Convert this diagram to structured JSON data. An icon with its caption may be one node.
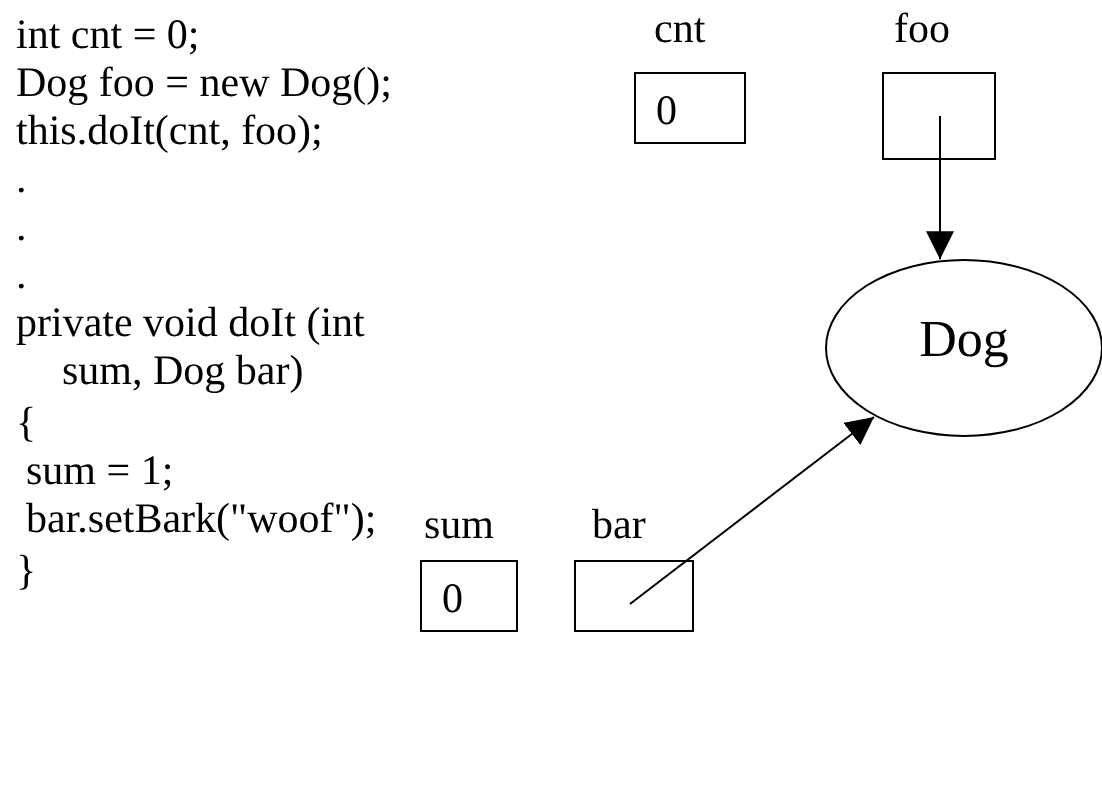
{
  "diagram": {
    "nodes": [
      {
        "text": [
          "0"
        ],
        "beside": [
          "cnt"
        ]
      },
      {
        "text": [],
        "shape": "box",
        "beside": [
          "foo"
        ]
      },
      {
        "text": [
          "Dog"
        ]
      },
      {
        "text": [
          "0"
        ],
        "beside": [
          "sum"
        ]
      },
      {
        "text": [],
        "shape": "box",
        "beside": [
          "bar"
        ]
      }
    ],
    "edges": [
      {
        "from": 1,
        "to": 2,
        "arrow": "to"
      },
      {
        "from": 4,
        "to": 2,
        "arrow": "to"
      }
    ],
    "labels": [
      "int cnt = 0;",
      "Dog foo = new Dog();",
      "this.doIt(cnt, foo);",
      ".",
      ".",
      ".",
      "private void doIt (int",
      "sum, Dog bar)",
      "{",
      "sum = 1;",
      "bar.setBark(\"woof\");",
      "}"
    ]
  }
}
